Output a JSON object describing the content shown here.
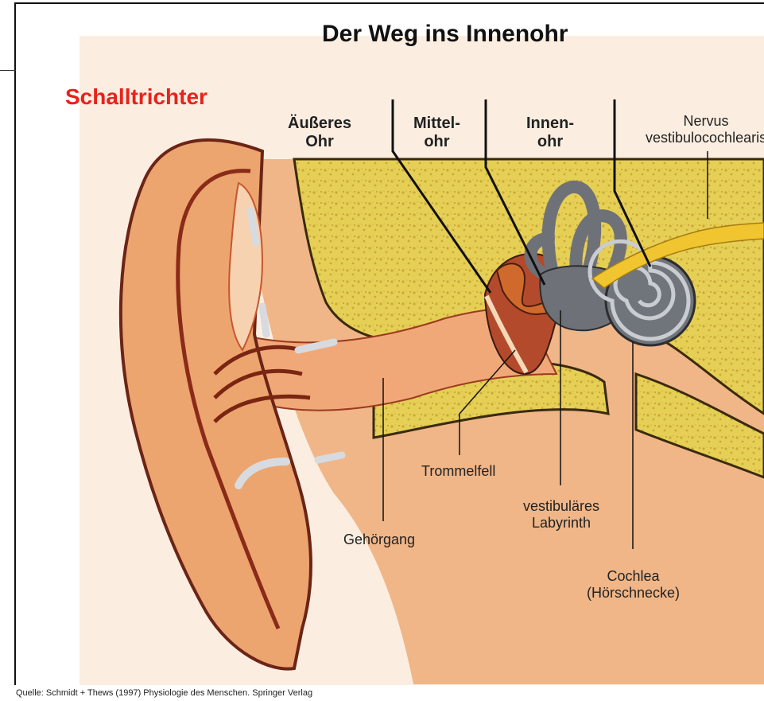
{
  "title": "Der Weg ins Innenohr",
  "funnel_label": "Schalltrichter",
  "labels": {
    "outer": [
      "Äußeres",
      "Ohr"
    ],
    "middle": [
      "Mittel-",
      "ohr"
    ],
    "inner": [
      "Innen-",
      "ohr"
    ],
    "nerve": [
      "Nervus",
      "vestibulocochlearis"
    ],
    "eardrum": "Trommelfell",
    "canal": "Gehörgang",
    "labyrinth": [
      "vestibuläres",
      "Labyrinth"
    ],
    "cochlea": [
      "Cochlea",
      "(Hörschnecke)"
    ]
  },
  "source": "Quelle: Schmidt + Thews (1997)  Physiologie des Menschen. Springer Verlag",
  "colors": {
    "skin": "#f2b98a",
    "skin_light": "#f7d2b0",
    "bone": "#e8d25a",
    "nerve": "#f0c530",
    "labyrinth": "#6e7278",
    "title": "#111111",
    "funnel": "#e8221c",
    "background": "#fbeee1"
  }
}
